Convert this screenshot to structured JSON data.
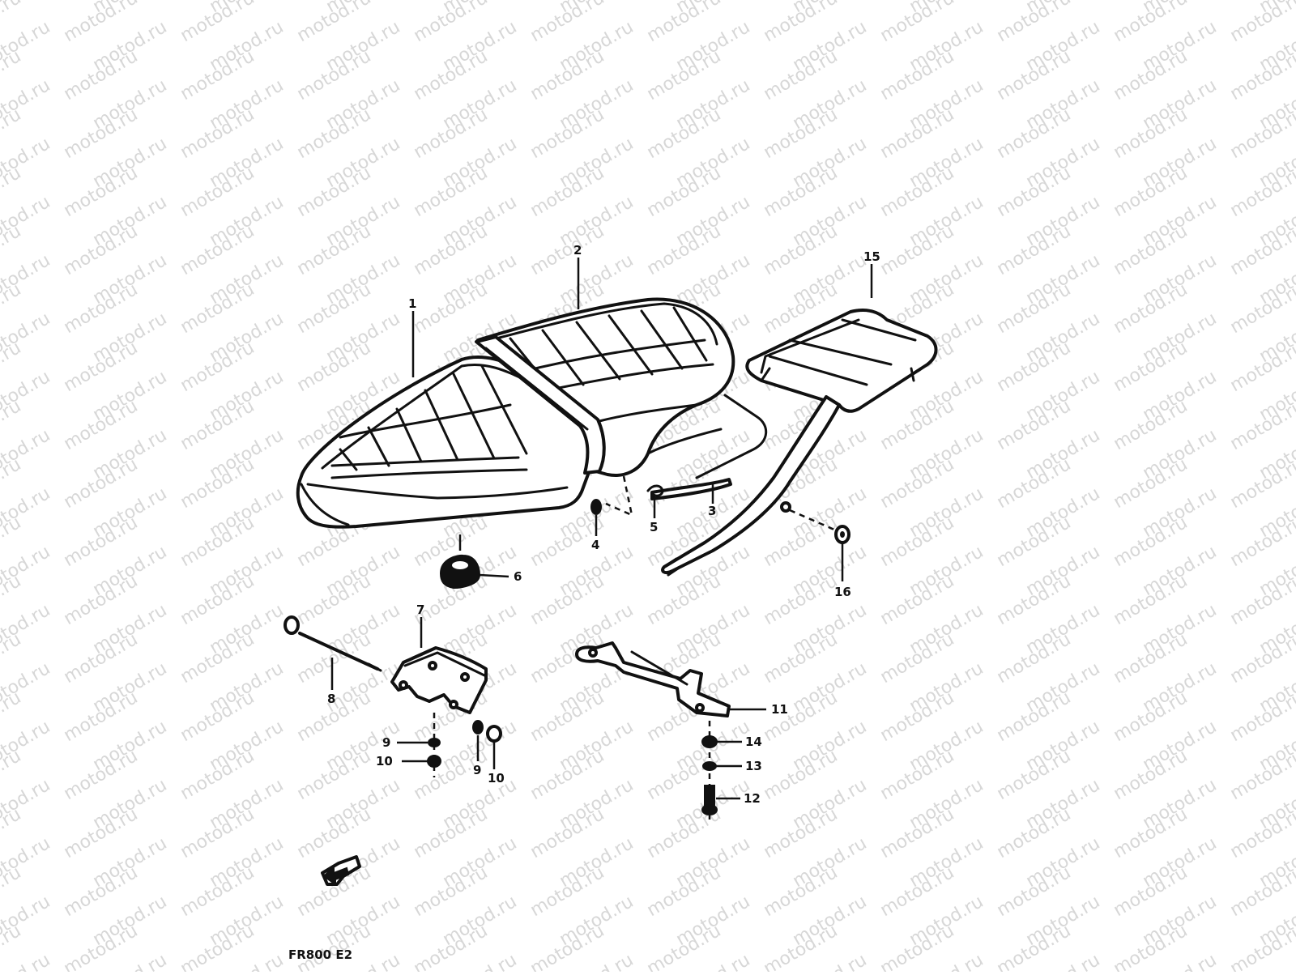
{
  "watermark": "motod.ru",
  "model_code": "FR800 E2",
  "direction_icon": "front-arrow-icon",
  "callouts": {
    "p1": "1",
    "p2": "2",
    "p3": "3",
    "p4": "4",
    "p5": "5",
    "p6": "6",
    "p7": "7",
    "p8": "8",
    "p9a": "9",
    "p10a": "10",
    "p9b": "9",
    "p10b": "10",
    "p11": "11",
    "p12": "12",
    "p13": "13",
    "p14": "14",
    "p15": "15",
    "p16": "16"
  }
}
